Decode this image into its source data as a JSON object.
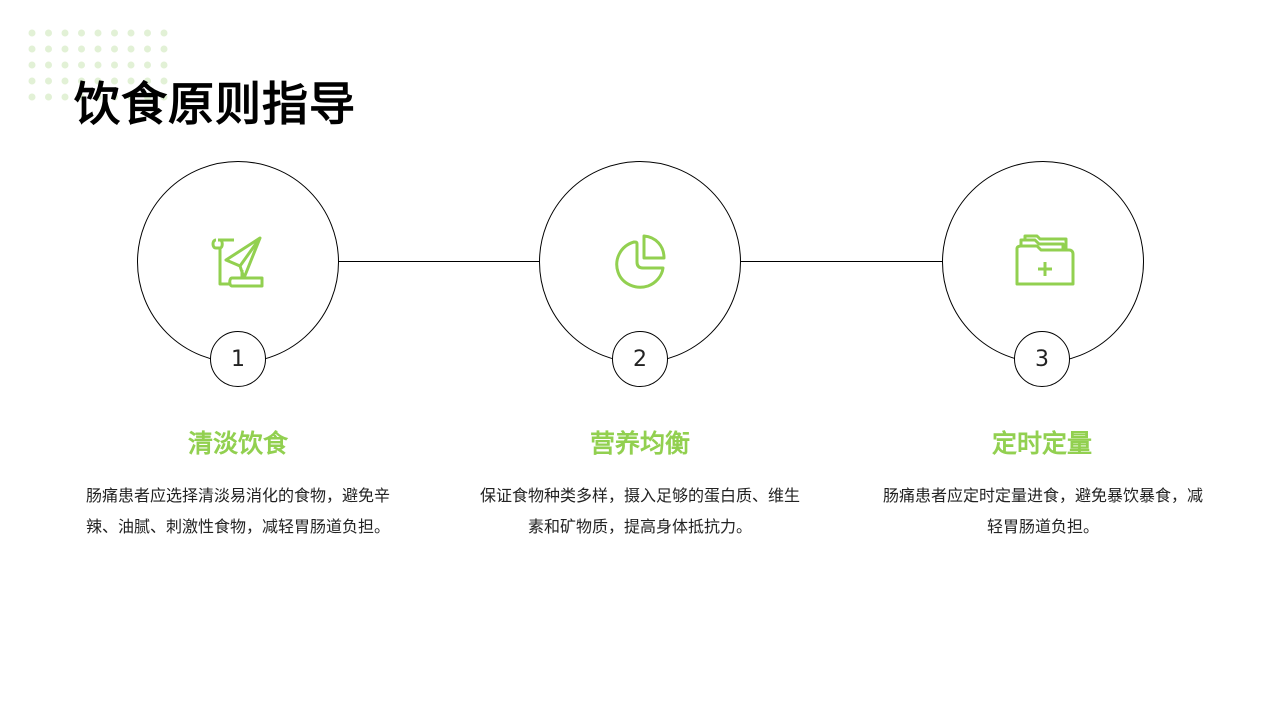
{
  "title": "饮食原则指导",
  "colors": {
    "accent": "#92d050",
    "dots": "#e2f1d6"
  },
  "steps": [
    {
      "number": "1",
      "icon": "scroll-paper-plane-icon",
      "heading": "清淡饮食",
      "text": "肠痛患者应选择清淡易消化的食物，避免辛辣、油腻、刺激性食物，减轻胃肠道负担。"
    },
    {
      "number": "2",
      "icon": "pie-chart-icon",
      "heading": "营养均衡",
      "text": "保证食物种类多样，摄入足够的蛋白质、维生素和矿物质，提高身体抵抗力。"
    },
    {
      "number": "3",
      "icon": "folder-plus-icon",
      "heading": "定时定量",
      "text": "肠痛患者应定时定量进食，避免暴饮暴食，减轻胃肠道负担。"
    }
  ]
}
